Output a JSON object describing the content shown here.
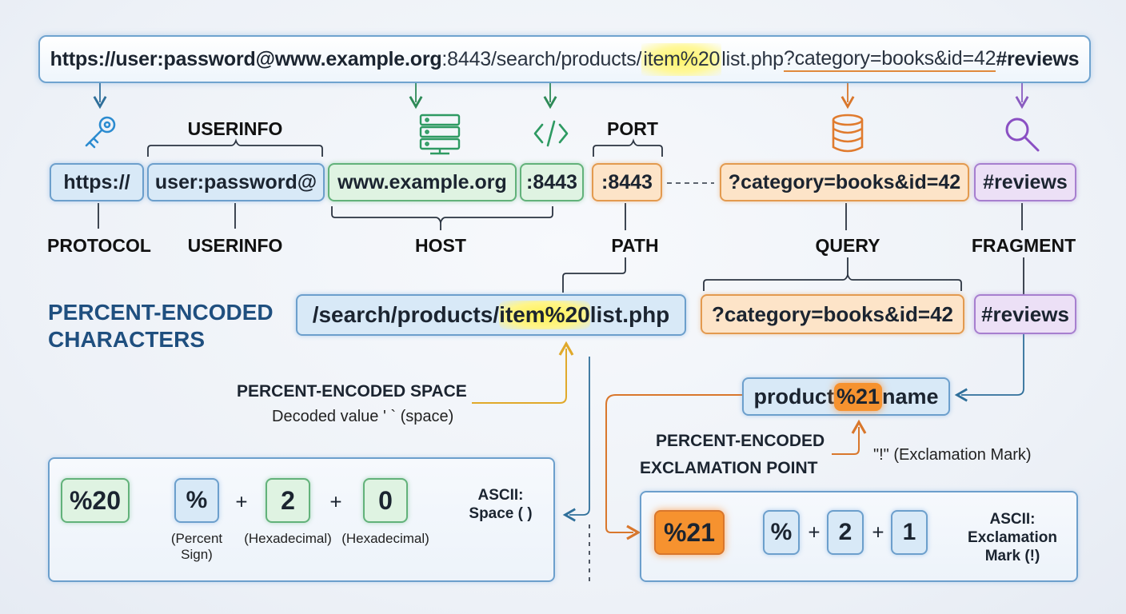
{
  "url": {
    "protocol": "https://",
    "userinfo": "user:password@",
    "host": "www.example.org",
    "port": ":8443",
    "path_before": "/search/products/",
    "path_encoded": "item%20",
    "path_after": "list.php",
    "query": "?category=books&id=42",
    "fragment": "#reviews"
  },
  "top_labels": {
    "userinfo": "USERINFO",
    "port": "PORT"
  },
  "components": {
    "protocol": "https://",
    "userinfo": "user:password@",
    "host": "www.example.org",
    "port_green": ":8443",
    "port_orange": ":8443",
    "query": "?category=books&id=42",
    "fragment": "#reviews"
  },
  "bottom_labels": {
    "protocol": "PROTOCOL",
    "userinfo": "USERINFO",
    "host": "HOST",
    "path": "PATH",
    "query": "QUERY",
    "fragment": "FRAGMENT"
  },
  "percent_encoded": {
    "title_line1": "PERCENT-ENCODED",
    "title_line2": "CHARACTERS",
    "path_before": "/search/products/",
    "path_encoded": "item%20",
    "path_after": "list.php",
    "query": "?category=books&id=42",
    "fragment": "#reviews"
  },
  "space_annotation": {
    "title": "PERCENT-ENCODED SPACE",
    "subtitle": "Decoded value ' ` (space)"
  },
  "product": {
    "before": "product",
    "encoded": "%21",
    "after": "name"
  },
  "exclamation_annotation": {
    "line1": "PERCENT-ENCODED",
    "line2": "EXCLAMATION POINT",
    "decoded": "\"!\" (Exclamation Mark)"
  },
  "space_breakdown": {
    "code": "%20",
    "arrow": "→",
    "parts": [
      "%",
      "2",
      "0"
    ],
    "plus": "+",
    "part_labels": [
      [
        "(Percent",
        "Sign)"
      ],
      [
        "(Hexadecimal)"
      ],
      [
        "(Hexadecimal)"
      ]
    ],
    "result_line1": "ASCII:",
    "result_line2": "Space ( )"
  },
  "excl_breakdown": {
    "code": "%21",
    "arrow": "→",
    "parts": [
      "%",
      "2",
      "1"
    ],
    "plus": "+",
    "result_line1": "ASCII:",
    "result_line2": "Exclamation",
    "result_line3": "Mark (!)"
  },
  "colors": {
    "blue": "#6c9fcc",
    "green": "#62b27a",
    "orange": "#e39a4f",
    "purple": "#a77fcf",
    "highlight_yellow": "#fff14f",
    "highlight_orange": "#f6922f",
    "title_blue": "#1f4f7f"
  },
  "icons": [
    "key-icon",
    "server-icon",
    "code-icon",
    "database-icon",
    "magnifier-icon"
  ]
}
